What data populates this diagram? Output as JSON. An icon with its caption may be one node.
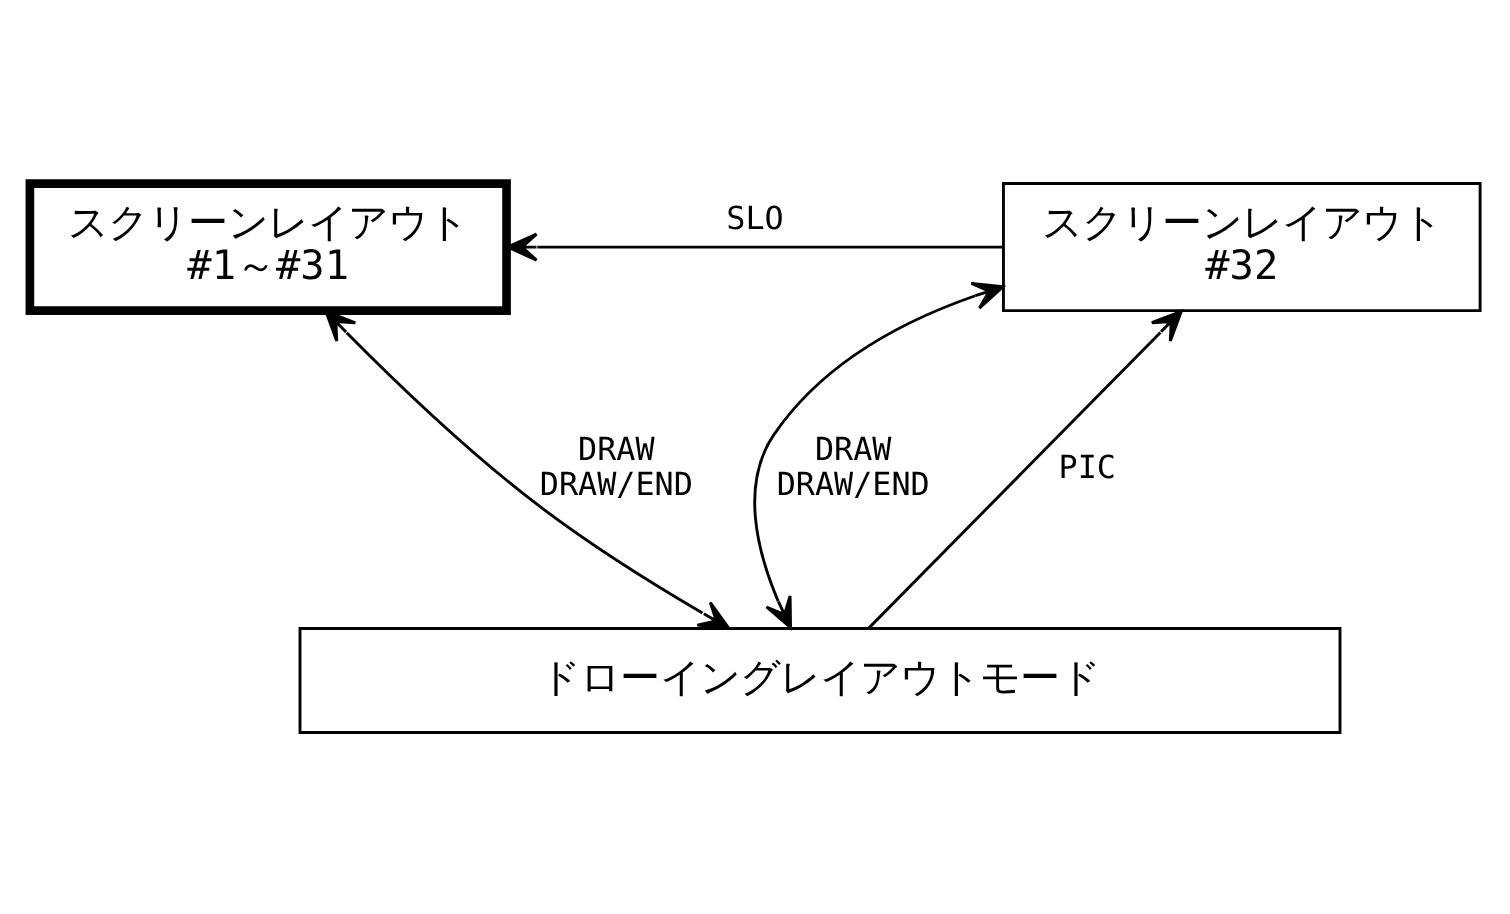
{
  "diagram": {
    "nodes": [
      {
        "text": [
          "スクリーンレイアウト",
          "#1～#31"
        ]
      },
      {
        "text": [
          "スクリーンレイアウト",
          "#32"
        ]
      },
      {
        "text": [
          "ドローイングレイアウトモード"
        ]
      }
    ],
    "edges": [
      {
        "from": 1,
        "to": 0,
        "arrow": "to",
        "label": "SLO"
      },
      {
        "from": 0,
        "to": 2,
        "arrow": "both",
        "label": "DRAW DRAW/END"
      },
      {
        "from": 1,
        "to": 2,
        "arrow": "both",
        "label": "DRAW DRAW/END"
      },
      {
        "from": 2,
        "to": 1,
        "arrow": "to",
        "label": "PIC"
      }
    ]
  }
}
